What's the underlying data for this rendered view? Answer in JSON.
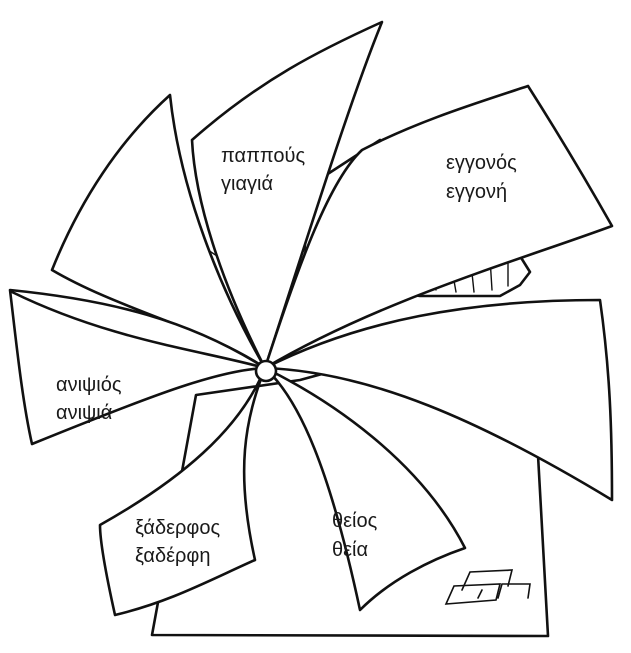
{
  "labels": {
    "grandparents": {
      "line1": "παππούς",
      "line2": "γιαγιά"
    },
    "grandchildren": {
      "line1": "εγγονός",
      "line2": "εγγονή"
    },
    "nephew_niece": {
      "line1": "ανιψιός",
      "line2": "ανιψιά"
    },
    "cousins": {
      "line1": "ξάδερφος",
      "line2": "ξαδέρφη"
    },
    "uncle_aunt": {
      "line1": "θείος",
      "line2": "θεία"
    }
  }
}
